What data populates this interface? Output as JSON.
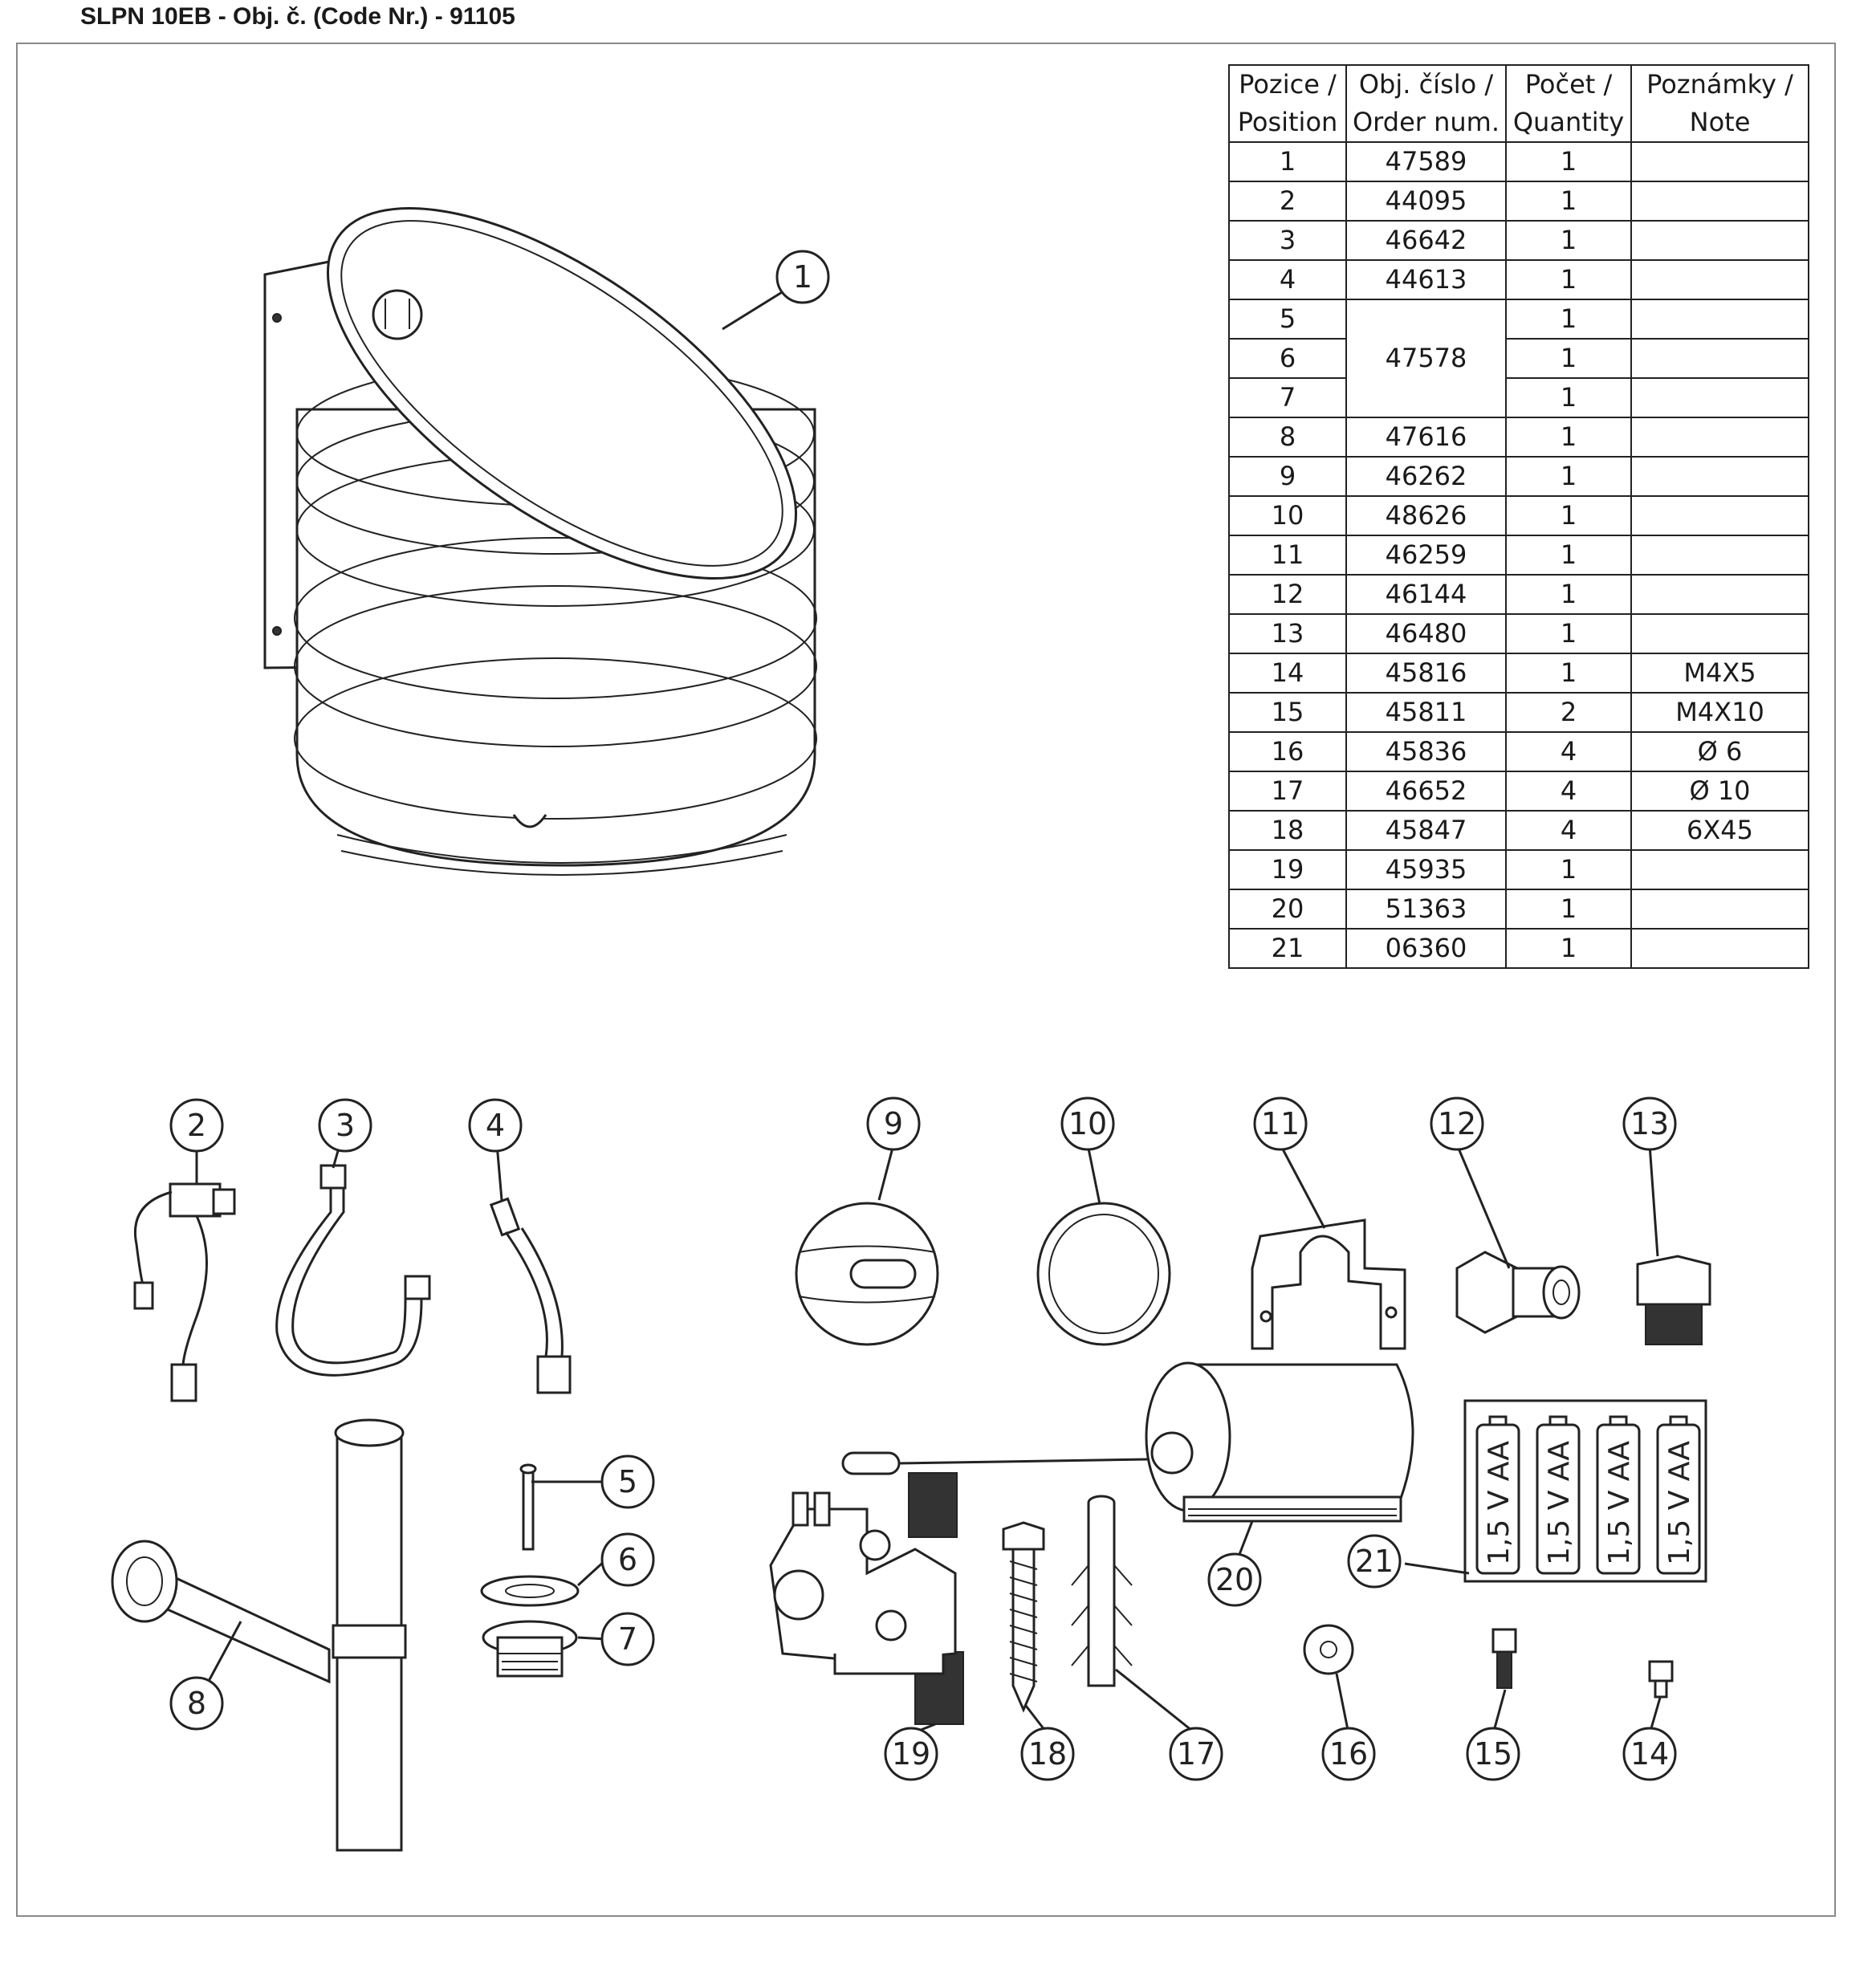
{
  "header": {
    "title": "SLPN 10EB - Obj. č. (Code Nr.) - 91105"
  },
  "table": {
    "headers": [
      [
        "Pozice /",
        "Position"
      ],
      [
        "Obj. číslo /",
        "Order num."
      ],
      [
        "Počet /",
        "Quantity"
      ],
      [
        "Poznámky /",
        "Note"
      ]
    ],
    "rows": [
      {
        "pos": "1",
        "num": "47589",
        "qty": "1",
        "note": ""
      },
      {
        "pos": "2",
        "num": "44095",
        "qty": "1",
        "note": ""
      },
      {
        "pos": "3",
        "num": "46642",
        "qty": "1",
        "note": ""
      },
      {
        "pos": "4",
        "num": "44613",
        "qty": "1",
        "note": ""
      },
      {
        "pos": "5",
        "num": "47578",
        "qty": "1",
        "note": ""
      },
      {
        "pos": "6",
        "num": "",
        "qty": "1",
        "note": ""
      },
      {
        "pos": "7",
        "num": "",
        "qty": "1",
        "note": ""
      },
      {
        "pos": "8",
        "num": "47616",
        "qty": "1",
        "note": ""
      },
      {
        "pos": "9",
        "num": "46262",
        "qty": "1",
        "note": ""
      },
      {
        "pos": "10",
        "num": "48626",
        "qty": "1",
        "note": ""
      },
      {
        "pos": "11",
        "num": "46259",
        "qty": "1",
        "note": ""
      },
      {
        "pos": "12",
        "num": "46144",
        "qty": "1",
        "note": ""
      },
      {
        "pos": "13",
        "num": "46480",
        "qty": "1",
        "note": ""
      },
      {
        "pos": "14",
        "num": "45816",
        "qty": "1",
        "note": "M4X5"
      },
      {
        "pos": "15",
        "num": "45811",
        "qty": "2",
        "note": "M4X10"
      },
      {
        "pos": "16",
        "num": "45836",
        "qty": "4",
        "note": "Ø 6"
      },
      {
        "pos": "17",
        "num": "46652",
        "qty": "4",
        "note": "Ø 10"
      },
      {
        "pos": "18",
        "num": "45847",
        "qty": "4",
        "note": "6X45"
      },
      {
        "pos": "19",
        "num": "45935",
        "qty": "1",
        "note": ""
      },
      {
        "pos": "20",
        "num": "51363",
        "qty": "1",
        "note": ""
      },
      {
        "pos": "21",
        "num": "06360",
        "qty": "1",
        "note": ""
      }
    ]
  },
  "callouts": [
    "1",
    "2",
    "3",
    "4",
    "5",
    "6",
    "7",
    "8",
    "9",
    "10",
    "11",
    "12",
    "13",
    "14",
    "15",
    "16",
    "17",
    "18",
    "19",
    "20",
    "21"
  ],
  "battery_label": "1,5 V AA"
}
